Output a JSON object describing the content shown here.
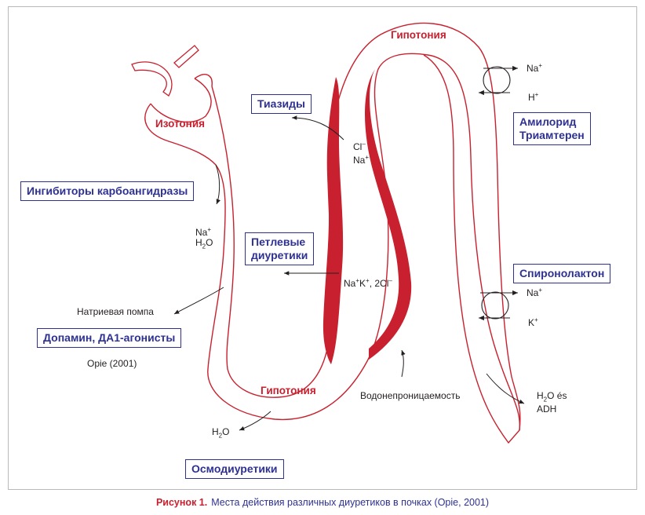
{
  "zones": {
    "isotonia": "Изотония",
    "hypotonia_top": "Гипотония",
    "hypotonia_bottom": "Гипотония"
  },
  "drug_boxes": {
    "thiazides": "Тиазиды",
    "carbonic_anhydrase_inhibitors": "Ингибиторы карбоангидразы",
    "loop_diuretics_line1": "Петлевые",
    "loop_diuretics_line2": "диуретики",
    "amiloride_line1": "Амилорид",
    "amiloride_line2": "Триамтерен",
    "spironolactone": "Спиронолактон",
    "dopamine": "Допамин, ДА1-агонисты",
    "osmotic": "Осмодиуретики"
  },
  "ions": {
    "proximal_na": "Na",
    "proximal_na_charge": "+",
    "proximal_h": "H",
    "proximal_h_sub": "2",
    "proximal_o": "O",
    "thiazide_cl": "Cl",
    "thiazide_cl_charge": "–",
    "thiazide_na": "Na",
    "thiazide_na_charge": "+",
    "loop_na": "Na",
    "loop_na_charge": "+",
    "loop_k": "K",
    "loop_k_charge": "+",
    "loop_cl": ", 2Cl",
    "loop_cl_charge": "–",
    "distal_na": "Na",
    "distal_na_charge": "+",
    "distal_h": "H",
    "distal_h_charge": "+",
    "collecting_na": "Na",
    "collecting_na_charge": "+",
    "collecting_k": "K",
    "collecting_k_charge": "+",
    "osmotic_h": "H",
    "osmotic_h_sub": "2",
    "osmotic_o": "O",
    "adh_h": "H",
    "adh_h_sub": "2",
    "adh_o": "O és",
    "adh_label": "ADH"
  },
  "notes": {
    "sodium_pump": "Натриевая помпа",
    "source": "Opie (2001)",
    "water_impermeability": "Водонепроницаемость"
  },
  "caption": {
    "lead": "Рисунок 1.",
    "text": "Места действия различных диуретиков в почках (Opie, 2001)"
  },
  "colors": {
    "tubule": "#c8202e",
    "box_text": "#2e3192",
    "text": "#231f20"
  }
}
